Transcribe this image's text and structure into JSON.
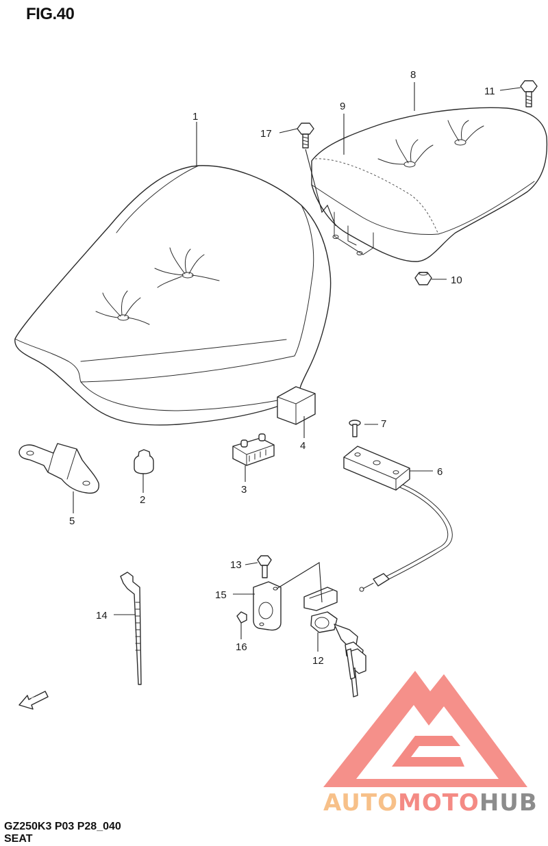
{
  "figure": {
    "title": "FIG.40"
  },
  "footer": {
    "model_code": "GZ250K3 P03 P28_040",
    "section": "SEAT"
  },
  "fwd_label": "FWD",
  "watermark": {
    "part1": "AUTO",
    "part2": "MOTO",
    "part3": "HUB",
    "logo_color": "#f48a84",
    "text_color_1": "#f7c089",
    "text_color_2": "#f48a84",
    "text_color_3": "#8c8c8c"
  },
  "callouts": [
    {
      "id": "1",
      "label": "1"
    },
    {
      "id": "2",
      "label": "2"
    },
    {
      "id": "3",
      "label": "3"
    },
    {
      "id": "4",
      "label": "4"
    },
    {
      "id": "5",
      "label": "5"
    },
    {
      "id": "6",
      "label": "6"
    },
    {
      "id": "7",
      "label": "7"
    },
    {
      "id": "8",
      "label": "8"
    },
    {
      "id": "9",
      "label": "9"
    },
    {
      "id": "10",
      "label": "10"
    },
    {
      "id": "11",
      "label": "11"
    },
    {
      "id": "12",
      "label": "12"
    },
    {
      "id": "13",
      "label": "13"
    },
    {
      "id": "14",
      "label": "14"
    },
    {
      "id": "15",
      "label": "15"
    },
    {
      "id": "16",
      "label": "16"
    },
    {
      "id": "17",
      "label": "17"
    }
  ]
}
